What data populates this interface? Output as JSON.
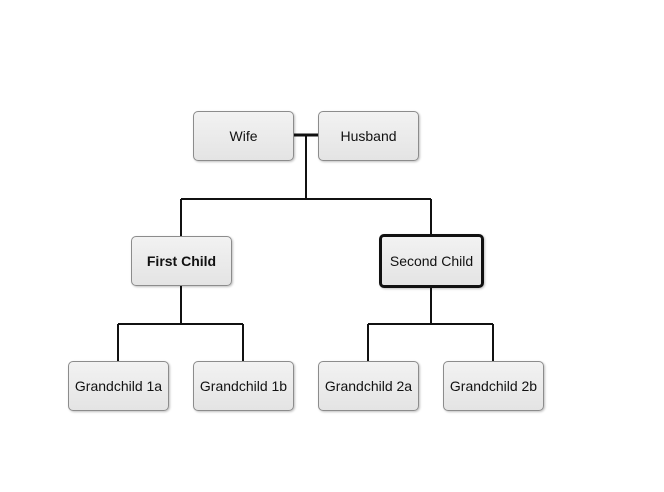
{
  "tree": {
    "couple": {
      "wife": "Wife",
      "husband": "Husband"
    },
    "children": [
      {
        "label": "First Child",
        "grandchildren": [
          "Grandchild 1a",
          "Grandchild 1b"
        ]
      },
      {
        "label": "Second Child",
        "grandchildren": [
          "Grandchild 2a",
          "Grandchild 2b"
        ]
      }
    ]
  },
  "colors": {
    "line": "#111111",
    "node_fill": "#ececec",
    "node_border": "#8c8c8c"
  }
}
